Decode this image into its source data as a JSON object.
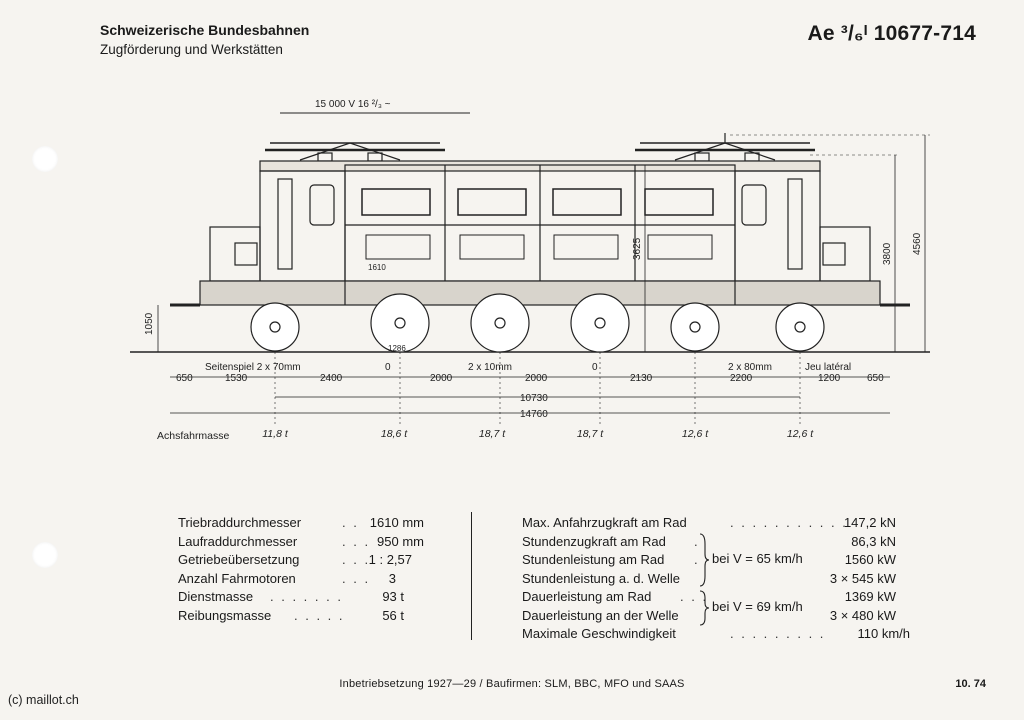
{
  "header": {
    "org_line1": "Schweizerische Bundesbahnen",
    "org_line2": "Zugförderung und Werkstätten",
    "loco_code": "Ae ³/₆ᴵ 10677-714"
  },
  "drawing": {
    "voltage": "15 000 V  16 ²/₃ ~",
    "height_1050": "1050",
    "height_3625": "3625",
    "height_3800": "3800",
    "height_4560": "4560",
    "wheel_1610": "1610",
    "wheel_1286": "1286",
    "side_play_left": "Seitenspiel 2 x 70mm",
    "side_play_mid": "2 x 10mm",
    "side_play_right": "2 x 80mm",
    "jeu_lateral": "Jeu latéral",
    "zero1": "0",
    "zero2": "0",
    "dims": [
      "650",
      "1530",
      "2400",
      "2000",
      "2000",
      "2130",
      "2200",
      "1200",
      "650"
    ],
    "wheelbase": "10730",
    "length": "14760",
    "axle_label": "Achsfahrmasse",
    "axle_loads": [
      "11,8 t",
      "18,6 t",
      "18,7 t",
      "18,7 t",
      "12,6 t",
      "12,6 t"
    ]
  },
  "specs_left": [
    {
      "label": "Triebraddurchmesser",
      "dots": ". .",
      "value": "1610 mm"
    },
    {
      "label": "Laufraddurchmesser",
      "dots": ". . .",
      "value": "950 mm"
    },
    {
      "label": "Getriebeübersetzung",
      "dots": ". . .",
      "value": "1 : 2,57"
    },
    {
      "label": "Anzahl Fahrmotoren",
      "dots": ". . .",
      "value": "3"
    },
    {
      "label": "Dienstmasse",
      "dots": ". . . . . . .",
      "value": "93 t"
    },
    {
      "label": "Reibungsmasse",
      "dots": ". . . . .",
      "value": "56 t"
    }
  ],
  "specs_right": [
    {
      "label": "Max. Anfahrzugkraft am Rad",
      "dots": ". . . . . . . . . . .",
      "value": "147,2 kN"
    },
    {
      "label": "Stundenzugkraft am Rad",
      "dots": ".",
      "value": "86,3 kN"
    },
    {
      "label": "Stundenleistung am Rad",
      "dots": ".",
      "value": "1560 kW"
    },
    {
      "label": "Stundenleistung a. d. Welle",
      "dots": "",
      "value": "3 × 545 kW"
    },
    {
      "label": "Dauerleistung am Rad",
      "dots": ". . .",
      "value": "1369 kW"
    },
    {
      "label": "Dauerleistung an der Welle",
      "dots": "",
      "value": "3 × 480 kW"
    },
    {
      "label": "Maximale Geschwindigkeit",
      "dots": ". . . . . . . . .",
      "value": "110 km/h"
    }
  ],
  "conditions": {
    "hour": "bei V = 65 km/h",
    "continuous": "bei V = 69 km/h"
  },
  "footer": {
    "service": "Inbetriebsetzung 1927—29 / Baufirmen: SLM, BBC, MFO und SAAS",
    "date": "10. 74",
    "copyright": "(c) maillot.ch"
  }
}
